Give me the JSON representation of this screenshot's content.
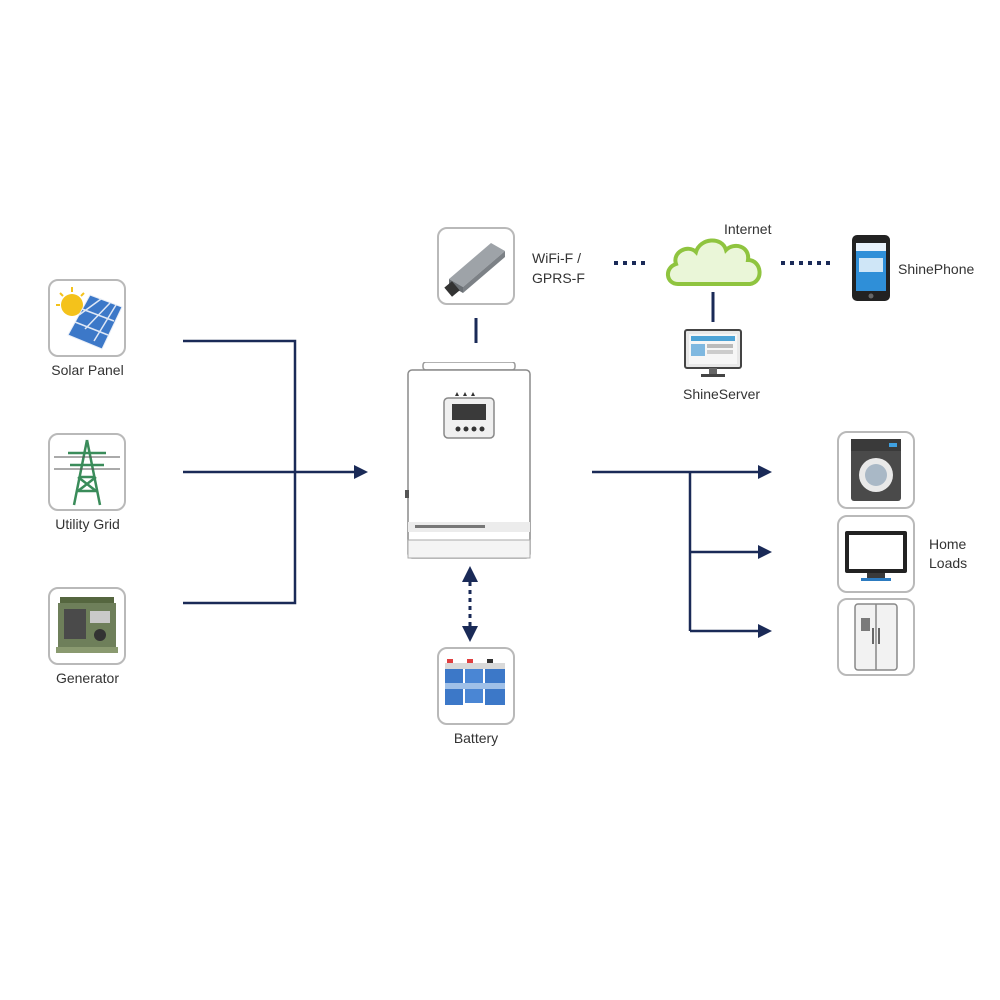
{
  "labels": {
    "solar_panel": "Solar Panel",
    "utility_grid": "Utility Grid",
    "generator": "Generator",
    "wifi_line1": "WiFi-F /",
    "wifi_line2": "GPRS-F",
    "internet": "Internet",
    "shinephone": "ShinePhone",
    "shineserver": "ShineServer",
    "battery": "Battery",
    "home_loads_line1": "Home",
    "home_loads_line2": "Loads"
  },
  "colors": {
    "line": "#1a2a57",
    "box_border": "#b9b9b9",
    "cloud": "#8fc43f",
    "solar_blue": "#3c78c8",
    "sun": "#f4c21b"
  },
  "icons": {
    "solar_panel": "solar-panel-icon",
    "utility_grid": "transmission-tower-icon",
    "generator": "generator-icon",
    "wifi_dongle": "wifi-dongle-icon",
    "internet": "cloud-icon",
    "shinephone": "smartphone-icon",
    "shineserver": "monitor-icon",
    "battery": "battery-icon",
    "washer": "washing-machine-icon",
    "tv": "television-icon",
    "fridge": "refrigerator-icon",
    "inverter": "inverter-icon"
  }
}
